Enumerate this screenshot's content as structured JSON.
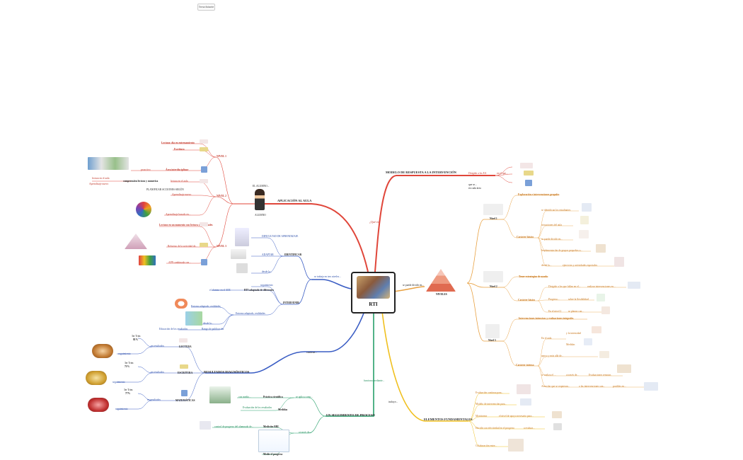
{
  "toolbar": {
    "button_label": "Tema flotante"
  },
  "center": {
    "title": "RTI"
  },
  "branches": {
    "que_es": "¿Qué es?",
    "modelo": "MODELO DE RESPUESTA A LA INTERVENCIÓN",
    "aplicacion": "APLICACIÓN AL AULA",
    "se_trabaja": "se trabaja en tres niveles...",
    "se_organiza": "se puede dividir en...",
    "niveles": "NIVELES",
    "contiene": "contiene...",
    "resultados": "RESULTADOS DIAGNÓSTICOS",
    "funciona": "funciona mediante...",
    "seguimiento": "UN SEGUIMIENTO DE PROCESO",
    "incluye": "incluye...",
    "elementos": "ELEMENTOS FUNDAMENTALES"
  },
  "modelo_items": {
    "dirigido": "Dirigido a los EA",
    "en_que": "en el que...",
    "se_me": "que se...",
    "cada_area": "en cada área"
  },
  "aplicacion_items": {
    "alumno": "EL ALUMNO...",
    "alumno2": "ALUMNO",
    "nivel1": "NIVEL 1",
    "nivel2": "NIVEL 2",
    "nivel3": "NIVEL 3",
    "lectura": "Lectura: dia en entrenamiento",
    "escritura": "Escritura",
    "interdisciplinar": "Área interdisciplinar",
    "proactivo": "proactivo",
    "comprension": "comprensión lectora y numerica",
    "lectura_aula": "lectura en el aula",
    "aprendizaje": "Aprendizaje nuevo",
    "planificar": "PLANIFICAR ACCIONES SEGÚN",
    "aprendizaje_por": "Aprendizaje basado en...",
    "lectura_apoyo": "Lectura en un momento con lectura y actividades",
    "refuerzo": "Refuerzo de la actividad de...",
    "app": "APP combinada con..."
  },
  "organiza_items": {
    "identificar": "IDENTIFICAR",
    "dificultad": "DIFICULTAD DE APRENDIZAJE",
    "intervenir": "INTERVENIR",
    "adaptar": "ADAPTAR",
    "nivel_escolar": "el alumno en el AEE",
    "apoyo": "seguimiento",
    "rti_nivel": "RTI adaptada de diferentes",
    "entorno": "Entorno adaptado, realidades",
    "desde": "desde la...",
    "tiempo": "Rango de publicación",
    "resultados_valor": "Educación de los resultados"
  },
  "resultados_items": {
    "lectura": "LECTURA",
    "escritura": "ESCRITURA",
    "matematicas": "MATEMÁTICAS",
    "en_resultados": "en resultados",
    "pct1": "81%",
    "pct2": "71%",
    "pct3": "77%",
    "year1": "3er Trim",
    "year2": "3er Trim",
    "year3": "3er Trim"
  },
  "seguimiento_items": {
    "practica": "Práctica científica",
    "se_aplica": "se aplica como...",
    "con_medio": "con medio...",
    "valor": "Medidas",
    "evaluacion": "Evaluación de los resultados",
    "medicion": "Medición RBI",
    "graficos": "Medir el progreso",
    "progreso": "control de progreso del alumnado de...",
    "a_traves": "a través de..."
  },
  "niveles_items": {
    "nivel1": "Nivel 1",
    "nivel2": "Nivel 2",
    "nivel3": "Nivel 3",
    "n1_head": "Exploración e intervenciones grupales",
    "n1_sub": "Carácter básico",
    "n2_head": "Tener estrategias de ayuda",
    "n2_sub": "Carácter básico",
    "n3_head": "Intervenciones intensivas y evaluaciones integrales",
    "n3_sub": "Carácter intenso",
    "a1": "se identifican los estudiantes",
    "a2": "actuaciones del aula",
    "a3": "se puede dividir en...",
    "a4": "Implementación de grupos pequeños a...",
    "a5": "ejercicios y actividades especiales",
    "b1": "Dirigido a los que fallan en el...",
    "b2": "Progreso...",
    "b3": "En el nivel 2",
    "b4": "realizar intervenciones en...",
    "b5": "sobre la flexibilidad",
    "b6": "se planea con...",
    "c1": "En el aula",
    "c2": "y la intensidad",
    "c3": "apoyo y más allá de...",
    "c4": "se realiza el ...",
    "c5": "a través de...",
    "c6": "Evaluaciones remotas",
    "c7": "Atención que se requieran...",
    "c8": "o las intervenciones son...",
    "c9": "posibles en..."
  },
  "elementos_items": {
    "e1": "Evaluación continua para...",
    "e2": "Modelo de intervención para...",
    "e3": "Monitorear",
    "e4": "el nivel de apoyo necesario para...",
    "e5": "Decidir con efectividad en el progreso",
    "e6": "a evaluar...",
    "e7": "Colaboración entre..."
  },
  "colors": {
    "red": "#e0463a",
    "blue": "#3a5dc4",
    "orange": "#e8a040",
    "green": "#27a06b",
    "yellow": "#f0c020",
    "dark_red": "#b03030"
  }
}
